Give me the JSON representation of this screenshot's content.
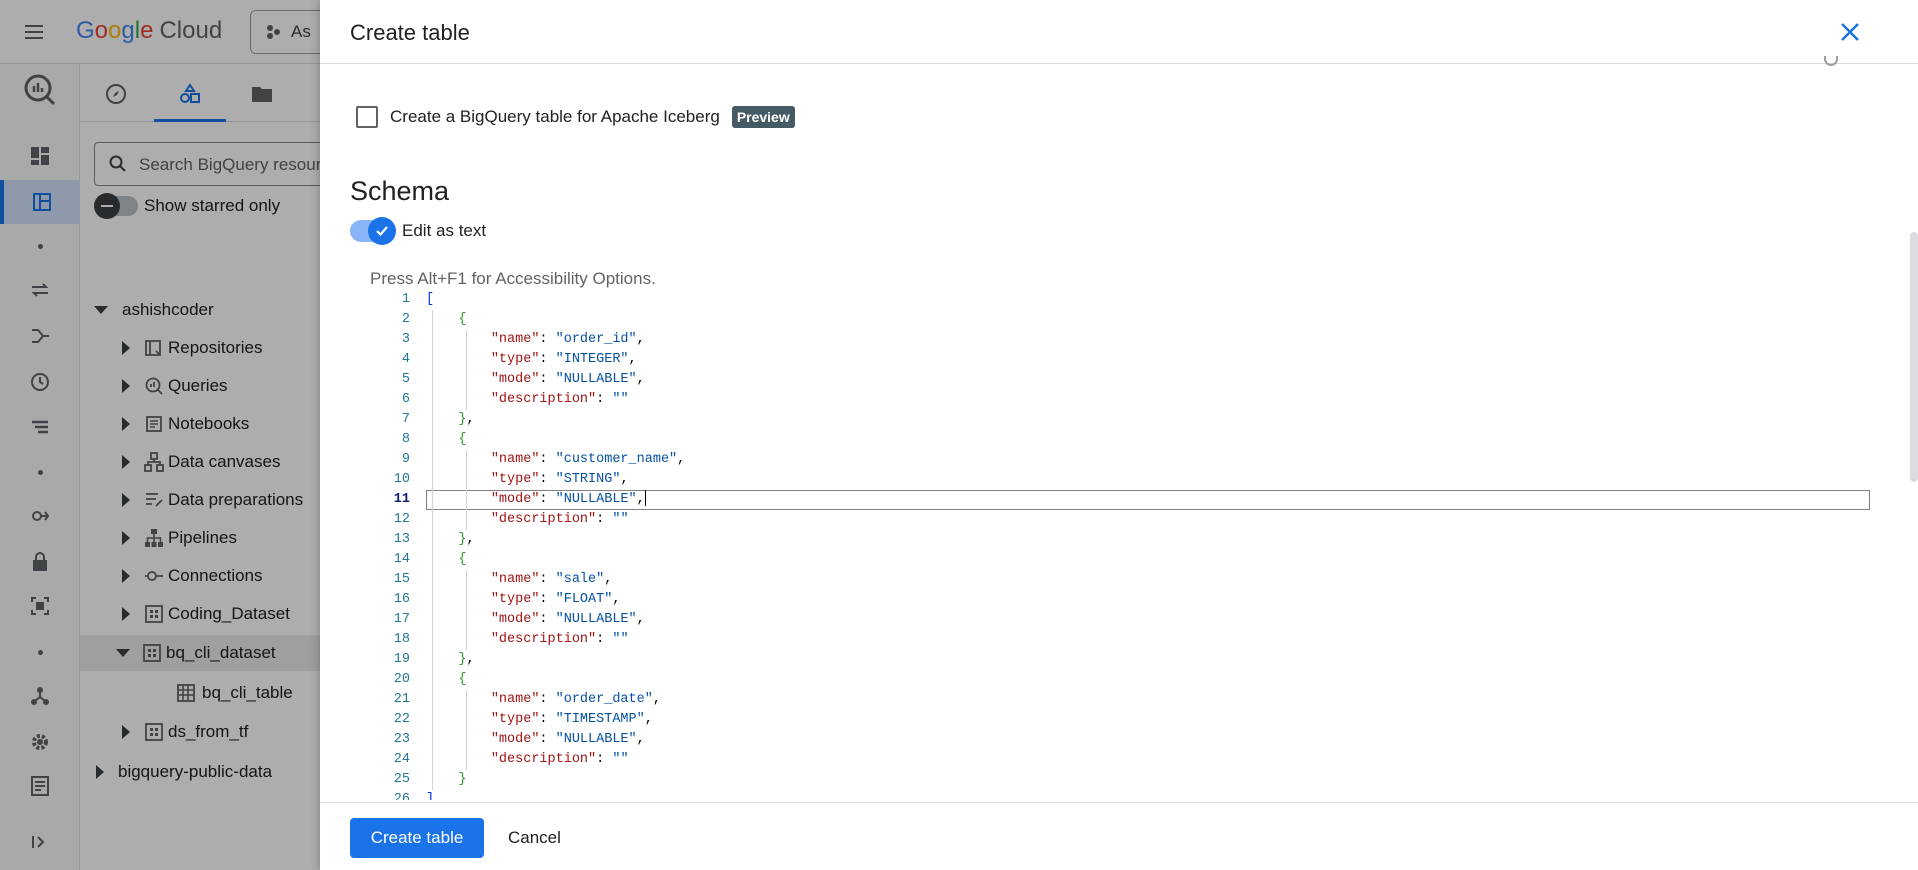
{
  "app": {
    "logo_google": [
      "G",
      "o",
      "o",
      "g",
      "l",
      "e"
    ],
    "logo_cloud": "Cloud",
    "project_button_text": "As"
  },
  "explorer": {
    "search_placeholder": "Search BigQuery resour",
    "show_starred_label": "Show starred only",
    "tree": [
      {
        "label": "ashishcoder",
        "icon": "",
        "expanded": true,
        "level": 0
      },
      {
        "label": "Repositories",
        "icon": "repository-icon",
        "expanded": false,
        "level": 1
      },
      {
        "label": "Queries",
        "icon": "query-icon",
        "expanded": false,
        "level": 1
      },
      {
        "label": "Notebooks",
        "icon": "notebook-icon",
        "expanded": false,
        "level": 1
      },
      {
        "label": "Data canvases",
        "icon": "canvas-icon",
        "expanded": false,
        "level": 1
      },
      {
        "label": "Data preparations",
        "icon": "preparation-icon",
        "expanded": false,
        "level": 1
      },
      {
        "label": "Pipelines",
        "icon": "pipeline-icon",
        "expanded": false,
        "level": 1
      },
      {
        "label": "Connections",
        "icon": "connection-icon",
        "expanded": false,
        "level": 1
      },
      {
        "label": "Coding_Dataset",
        "icon": "dataset-icon",
        "expanded": false,
        "level": 1
      },
      {
        "label": "bq_cli_dataset",
        "icon": "dataset-icon",
        "expanded": true,
        "level": 1,
        "selected": true
      },
      {
        "label": "bq_cli_table",
        "icon": "table-icon",
        "level": 2
      },
      {
        "label": "ds_from_tf",
        "icon": "dataset-icon",
        "expanded": false,
        "level": 1
      },
      {
        "label": "bigquery-public-data",
        "icon": "",
        "expanded": false,
        "level": 0
      }
    ]
  },
  "panel": {
    "title": "Create table",
    "iceberg_label": "Create a BigQuery table for Apache Iceberg",
    "iceberg_checked": false,
    "preview_badge": "Preview",
    "schema_title": "Schema",
    "edit_as_text_label": "Edit as text",
    "edit_as_text_on": true,
    "accessibility_hint": "Press Alt+F1 for Accessibility Options.",
    "editor": {
      "current_line": 11,
      "lines": [
        "[",
        "    {",
        "        \"name\": \"order_id\",",
        "        \"type\": \"INTEGER\",",
        "        \"mode\": \"NULLABLE\",",
        "        \"description\": \"\"",
        "    },",
        "    {",
        "        \"name\": \"customer_name\",",
        "        \"type\": \"STRING\",",
        "        \"mode\": \"NULLABLE\",",
        "        \"description\": \"\"",
        "    },",
        "    {",
        "        \"name\": \"sale\",",
        "        \"type\": \"FLOAT\",",
        "        \"mode\": \"NULLABLE\",",
        "        \"description\": \"\"",
        "    },",
        "    {",
        "        \"name\": \"order_date\",",
        "        \"type\": \"TIMESTAMP\",",
        "        \"mode\": \"NULLABLE\",",
        "        \"description\": \"\"",
        "    }",
        "]"
      ]
    },
    "create_button": "Create table",
    "cancel_button": "Cancel"
  },
  "colors": {
    "accent": "#1a73e8",
    "json_key": "#a31515",
    "json_string": "#0451a5",
    "line_number": "#237893",
    "preview_badge_bg": "#455a64"
  }
}
